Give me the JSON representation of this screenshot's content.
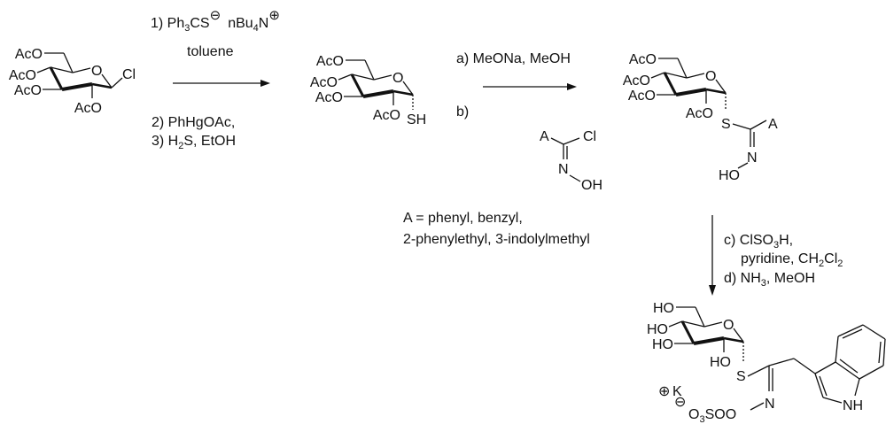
{
  "step1": {
    "line1_prefix": "1) Ph",
    "line1_sub1": "3",
    "line1_mid": "CS",
    "line1_charge1": "⊖",
    "line1_ion": "nBu",
    "line1_sub2": "4",
    "line1_ion_end": "N",
    "line1_charge2": "⊕",
    "solvent": "toluene",
    "line2": "2) PhHgOAc,",
    "line3_prefix": "3) H",
    "line3_sub": "2",
    "line3_end": "S, EtOH"
  },
  "step2": {
    "line_a": "a) MeONa, MeOH",
    "line_b": "b)",
    "reagent": {
      "A": "A",
      "Cl": "Cl",
      "N": "N",
      "OH": "OH"
    },
    "definition_line1": "A = phenyl, benzyl,",
    "definition_line2": "2-phenylethyl, 3-indolylmethyl"
  },
  "step3": {
    "line_c_prefix": "c) ClSO",
    "line_c_sub": "3",
    "line_c_end": "H,",
    "line_c2_prefix": "pyridine, CH",
    "line_c2_sub1": "2",
    "line_c2_mid": "Cl",
    "line_c2_sub2": "2",
    "line_d_prefix": "d) NH",
    "line_d_sub": "3",
    "line_d_end": ", MeOH"
  },
  "molecules": [
    {
      "sub6": "AcO",
      "sub4": "AcO",
      "sub3": "AcO",
      "sub2": "AcO",
      "ring_o": "O",
      "anomeric": "Cl"
    },
    {
      "sub6": "AcO",
      "sub4": "AcO",
      "sub3": "AcO",
      "sub2": "AcO",
      "ring_o": "O",
      "anomeric": "SH"
    },
    {
      "sub6": "AcO",
      "sub4": "AcO",
      "sub3": "AcO",
      "sub2": "AcO",
      "ring_o": "O",
      "S": "S",
      "A": "A",
      "N": "N",
      "HO": "HO"
    },
    {
      "sub6": "HO",
      "sub4": "HO",
      "sub3": "HO",
      "sub2": "HO",
      "ring_o": "O",
      "S": "S",
      "N": "N",
      "sulfate_O": "O",
      "sulfate_sub": "3",
      "sulfate_end": "SO",
      "anion": "⊖",
      "cation_charge": "⊕",
      "cation": "K",
      "NH": "NH"
    }
  ]
}
